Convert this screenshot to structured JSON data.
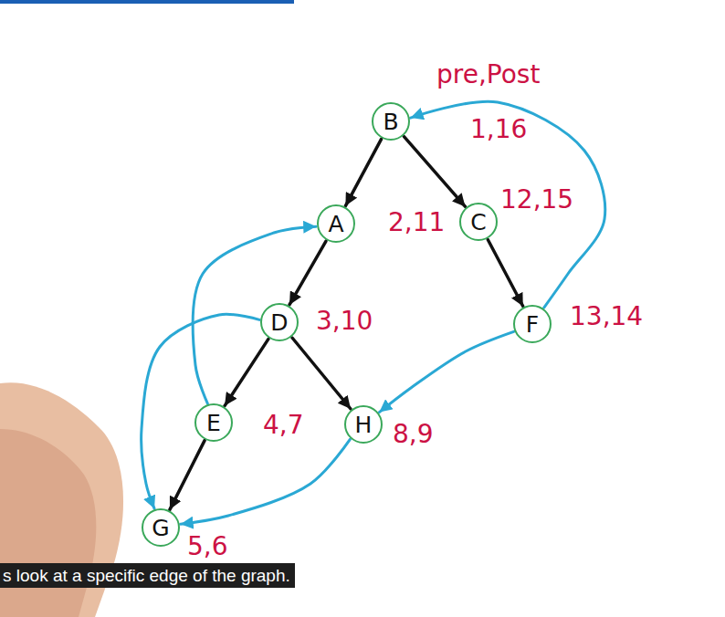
{
  "diagram": {
    "caption": "s look at a specific edge of the graph.",
    "nodes": [
      {
        "text": [
          "B"
        ]
      },
      {
        "text": [
          "A"
        ]
      },
      {
        "text": [
          "C"
        ]
      },
      {
        "text": [
          "D"
        ]
      },
      {
        "text": [
          "F"
        ]
      },
      {
        "text": [
          "E"
        ]
      },
      {
        "text": [
          "H"
        ]
      },
      {
        "text": [
          "G"
        ]
      }
    ],
    "edges": [
      {
        "from": 0,
        "to": 1,
        "arrow": "to"
      },
      {
        "from": 0,
        "to": 2,
        "arrow": "to"
      },
      {
        "from": 1,
        "to": 3,
        "arrow": "to"
      },
      {
        "from": 2,
        "to": 4,
        "arrow": "to"
      },
      {
        "from": 3,
        "to": 5,
        "arrow": "to"
      },
      {
        "from": 3,
        "to": 6,
        "arrow": "to"
      },
      {
        "from": 5,
        "to": 7,
        "arrow": "to"
      },
      {
        "from": 4,
        "to": 0,
        "arrow": "to"
      },
      {
        "from": 5,
        "to": 1,
        "arrow": "to"
      },
      {
        "from": 3,
        "to": 7,
        "arrow": "to"
      },
      {
        "from": 4,
        "to": 6,
        "arrow": "to"
      },
      {
        "from": 6,
        "to": 7,
        "arrow": "to"
      }
    ],
    "labels": [
      "pre,Post",
      "1,16",
      "2,11",
      "12,15",
      "3,10",
      "13,14",
      "4,7",
      "8,9",
      "5,6"
    ]
  }
}
